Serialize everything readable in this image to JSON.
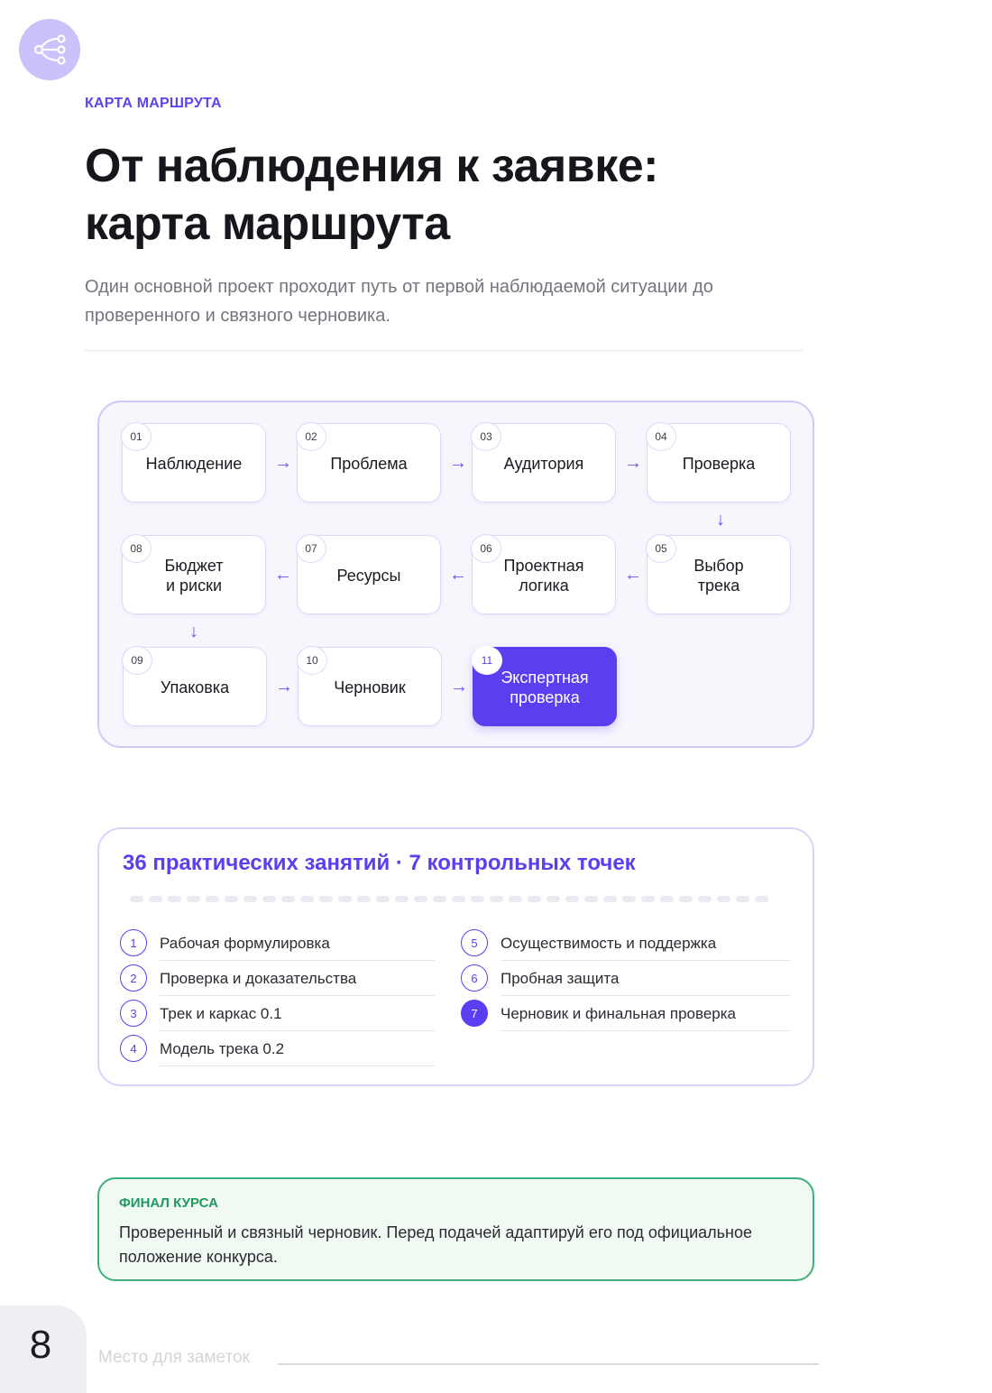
{
  "header": {
    "logo_icon": "route-share-icon",
    "eyebrow": "КАРТА МАРШРУТА",
    "title_line1": "От наблюдения к заявке:",
    "title_line2": "карта маршрута",
    "subtitle": "Один основной проект проходит путь от первой наблюдаемой ситуации до проверенного и связного черновика."
  },
  "route": {
    "steps": [
      {
        "num": "01",
        "label": "Наблюдение"
      },
      {
        "num": "02",
        "label": "Проблема"
      },
      {
        "num": "03",
        "label": "Аудитория"
      },
      {
        "num": "04",
        "label": "Проверка"
      },
      {
        "num": "05",
        "label": "Выбор\nтрека"
      },
      {
        "num": "06",
        "label": "Проектная\nлогика"
      },
      {
        "num": "07",
        "label": "Ресурсы"
      },
      {
        "num": "08",
        "label": "Бюджет\nи риски"
      },
      {
        "num": "09",
        "label": "Упаковка"
      },
      {
        "num": "10",
        "label": "Черновик"
      },
      {
        "num": "11",
        "label": "Экспертная\nпроверка"
      }
    ],
    "arrow_right": "→",
    "arrow_left": "←",
    "arrow_down": "↓",
    "accent_color": "#5a3ff0"
  },
  "lessons": {
    "title": "36 практических занятий · 7 контрольных точек",
    "checkpoints": [
      {
        "num": "1",
        "label": "Рабочая формулировка"
      },
      {
        "num": "2",
        "label": "Проверка и доказательства"
      },
      {
        "num": "3",
        "label": "Трек и каркас 0.1"
      },
      {
        "num": "4",
        "label": "Модель трека 0.2"
      },
      {
        "num": "5",
        "label": "Осуществимость и поддержка"
      },
      {
        "num": "6",
        "label": "Пробная защита"
      },
      {
        "num": "7",
        "label": "Черновик и финальная проверка"
      }
    ]
  },
  "final": {
    "eyebrow": "ФИНАЛ КУРСА",
    "text": "Проверенный и связный черновик. Перед подачей адаптируй его под официальное положение конкурса.",
    "color": "#3fb07a"
  },
  "footer": {
    "page_number": "8",
    "notes_placeholder": "Место для заметок"
  }
}
